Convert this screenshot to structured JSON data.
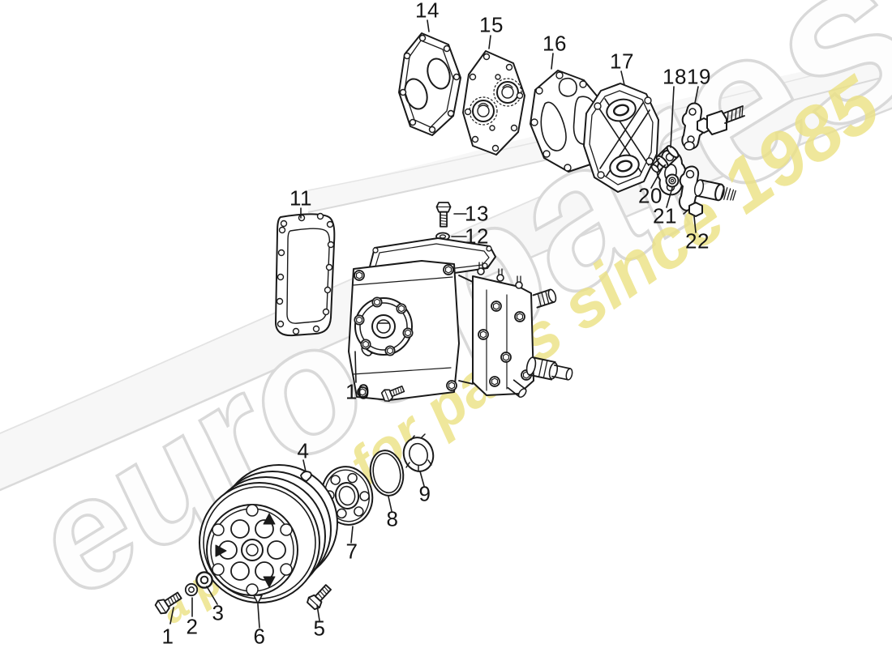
{
  "diagram": {
    "callouts": [
      "1",
      "2",
      "3",
      "4",
      "5",
      "6",
      "7",
      "8",
      "9",
      "10",
      "11",
      "12",
      "13",
      "14",
      "15",
      "16",
      "17",
      "18",
      "19",
      "20",
      "21",
      "22"
    ]
  },
  "watermark": {
    "brand": "eurospares",
    "tagline": "a passion for parts since 1985"
  },
  "colors": {
    "line": "#1a1a1a",
    "brand_outline": "#d9d9d9",
    "brand_fill": "#fdfdfd",
    "tagline": "#ece283",
    "swoosh_edge": "#dadada",
    "background": "#ffffff"
  }
}
